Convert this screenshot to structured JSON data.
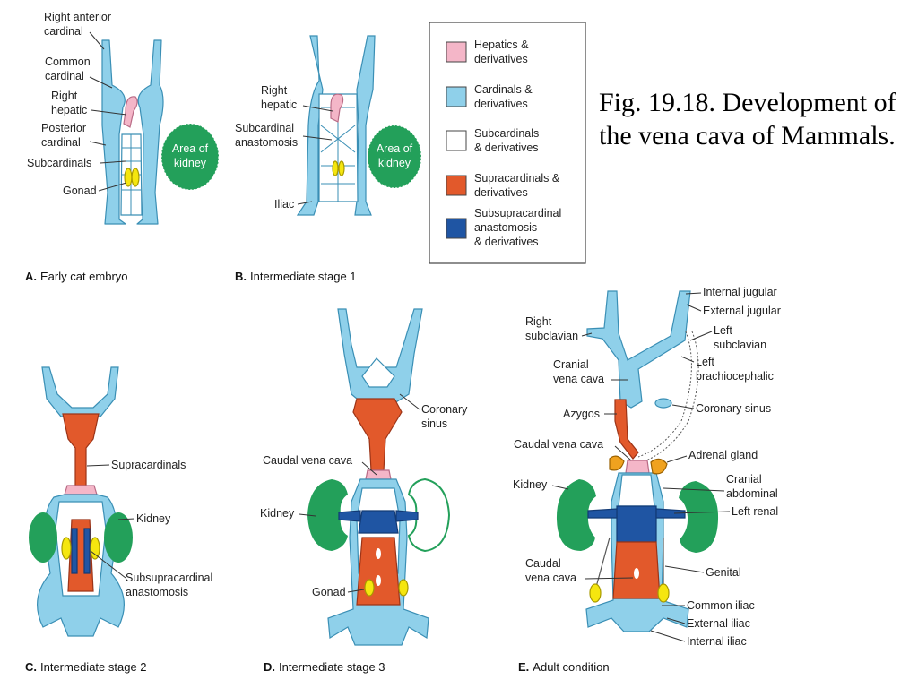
{
  "title": "Fig. 19.18. Development of the vena cava of Mammals.",
  "legend": {
    "items": [
      {
        "label_lines": [
          "Hepatics &",
          "derivatives"
        ],
        "color": "#f4b6c8"
      },
      {
        "label_lines": [
          "Cardinals &",
          "derivatives"
        ],
        "color": "#8fd0ea"
      },
      {
        "label_lines": [
          "Subcardinals",
          "& derivatives"
        ],
        "color": "#ffffff"
      },
      {
        "label_lines": [
          "Supracardinals &",
          "derivatives"
        ],
        "color": "#e2592b"
      },
      {
        "label_lines": [
          "Subsupracardinal",
          "anastomosis",
          "& derivatives"
        ],
        "color": "#1f55a3"
      }
    ]
  },
  "colors": {
    "hepatic": "#f4b6c8",
    "cardinal": "#8fd0ea",
    "subcardinal": "#ffffff",
    "supracardinal": "#e2592b",
    "subsupracardinal": "#1f55a3",
    "kidney": "#23a05a",
    "gonad": "#f5e60f",
    "adrenal": "#f0a21f",
    "outline": "#3a8fb5"
  },
  "panels": {
    "a": {
      "caption_letter": "A.",
      "caption_text": "Early cat embryo",
      "labels": {
        "right_anterior_cardinal": [
          "Right anterior",
          "cardinal"
        ],
        "common_cardinal": [
          "Common",
          "cardinal"
        ],
        "right_hepatic": [
          "Right",
          "hepatic"
        ],
        "posterior_cardinal": [
          "Posterior",
          "cardinal"
        ],
        "subcardinals": "Subcardinals",
        "gonad": "Gonad",
        "area_of_kidney": [
          "Area of",
          "kidney"
        ]
      }
    },
    "b": {
      "caption_letter": "B.",
      "caption_text": "Intermediate stage 1",
      "labels": {
        "right_hepatic": [
          "Right",
          "hepatic"
        ],
        "subcardinal_anastomosis": [
          "Subcardinal",
          "anastomosis"
        ],
        "iliac": "Iliac",
        "area_of_kidney": [
          "Area of",
          "kidney"
        ]
      }
    },
    "c": {
      "caption_letter": "C.",
      "caption_text": "Intermediate stage 2",
      "labels": {
        "supracardinals": "Supracardinals",
        "kidney": "Kidney",
        "subsupracardinal_anastomosis": [
          "Subsupracardinal",
          "anastomosis"
        ]
      }
    },
    "d": {
      "caption_letter": "D.",
      "caption_text": "Intermediate stage 3",
      "labels": {
        "coronary_sinus": [
          "Coronary",
          "sinus"
        ],
        "caudal_vena_cava": "Caudal vena cava",
        "kidney": "Kidney",
        "gonad": "Gonad"
      }
    },
    "e": {
      "caption_letter": "E.",
      "caption_text": "Adult condition",
      "labels": {
        "internal_jugular": "Internal jugular",
        "external_jugular": "External jugular",
        "right_subclavian": [
          "Right",
          "subclavian"
        ],
        "left_subclavian": [
          "Left",
          "subclavian"
        ],
        "cranial_vena_cava": [
          "Cranial",
          "vena cava"
        ],
        "left_brachiocephalic": [
          "Left",
          "brachiocephalic"
        ],
        "azygos": "Azygos",
        "coronary_sinus": "Coronary sinus",
        "caudal_vena_cava_upper": "Caudal vena cava",
        "adrenal_gland": "Adrenal gland",
        "kidney": "Kidney",
        "cranial_abdominal": [
          "Cranial",
          "abdominal"
        ],
        "left_renal": "Left renal",
        "caudal_vena_cava_lower": [
          "Caudal",
          "vena cava"
        ],
        "genital": "Genital",
        "common_iliac": "Common iliac",
        "external_iliac": "External iliac",
        "internal_iliac": "Internal iliac"
      }
    }
  }
}
